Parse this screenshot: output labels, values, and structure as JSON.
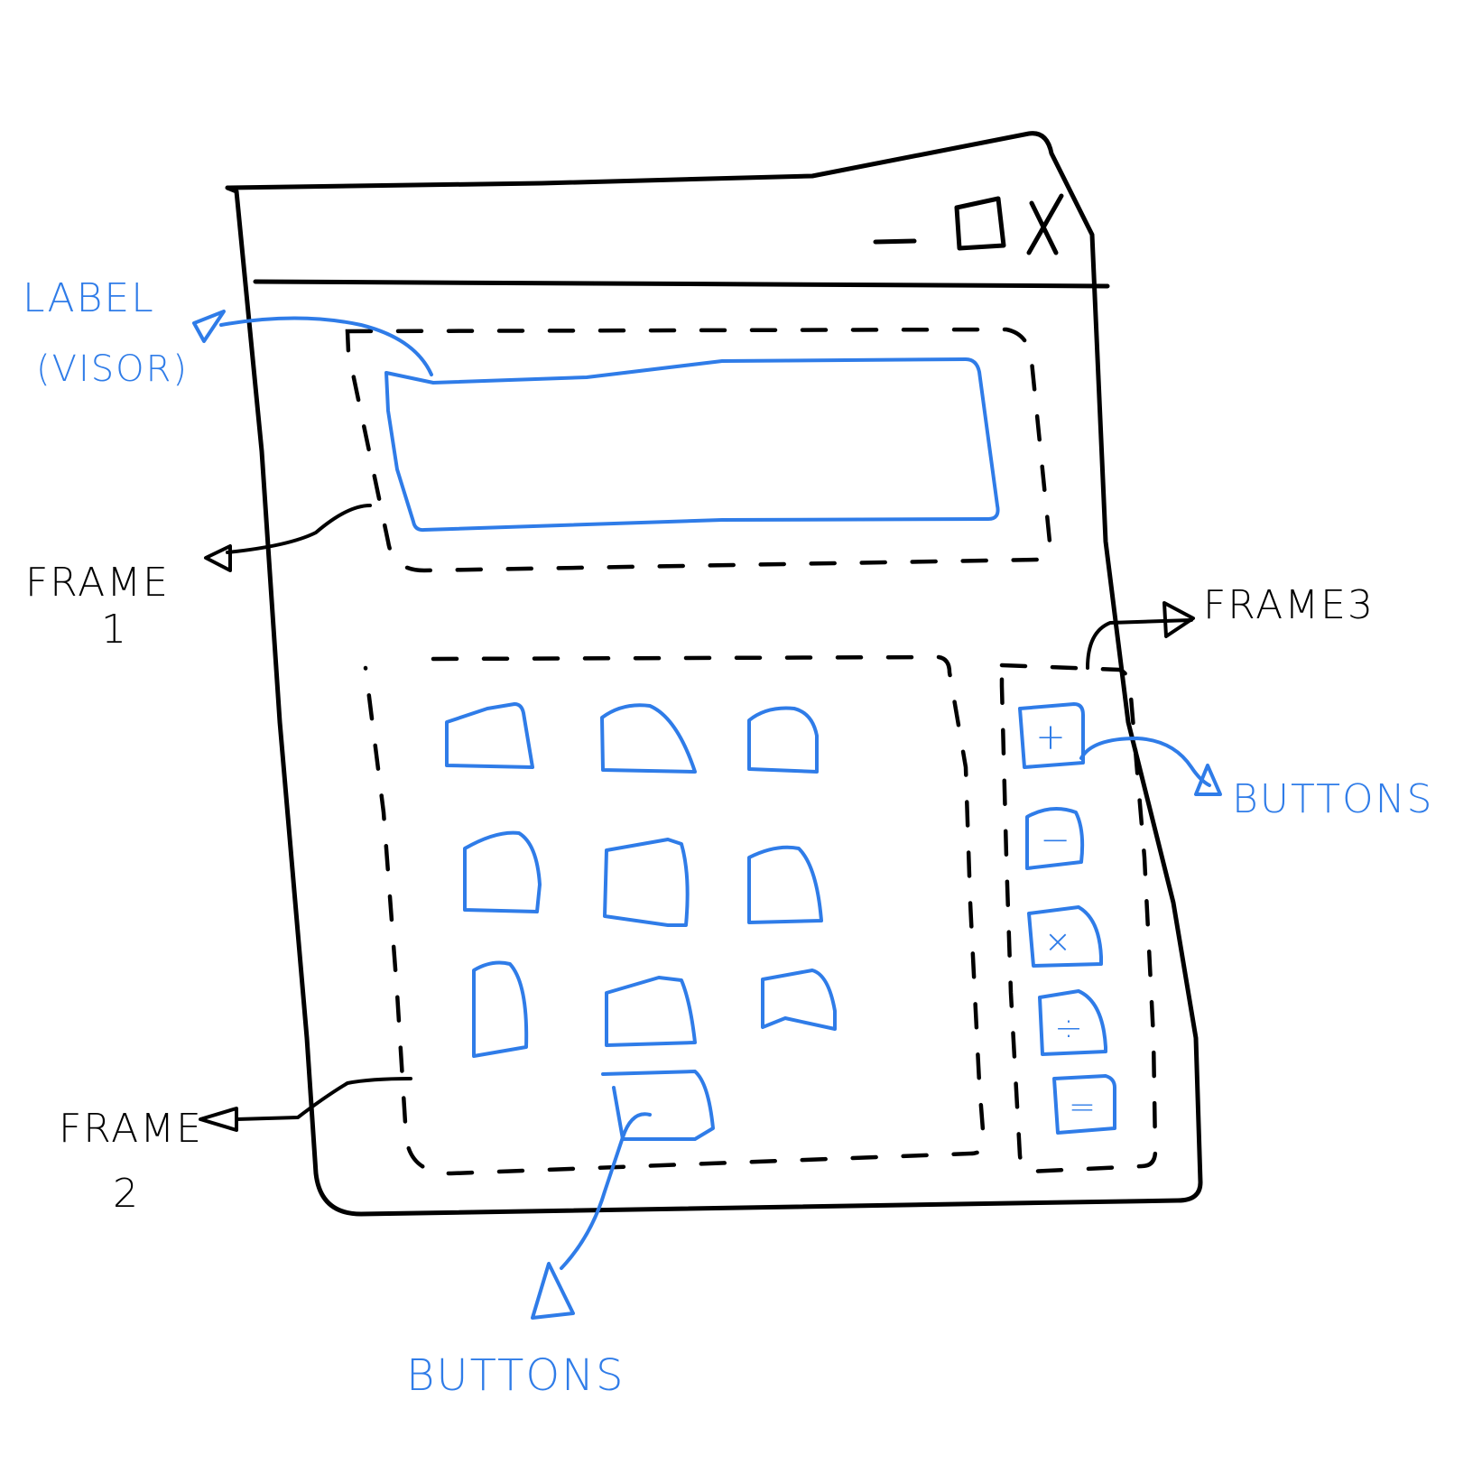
{
  "window": {
    "controls": {
      "minimize": "–",
      "maximize": "☐",
      "close": "X"
    }
  },
  "annotations": {
    "label_visor": {
      "line1": "LABEL",
      "line2": "(VISOR)"
    },
    "frame1": {
      "line1": "FRAME",
      "line2": "1"
    },
    "frame2": {
      "line1": "FRAME",
      "line2": "2"
    },
    "frame3": {
      "text": "FRAME3"
    },
    "buttons_right": {
      "text": "BUTTONS"
    },
    "buttons_bottom": {
      "text": "BUTTONS"
    }
  },
  "operator_buttons": [
    "+",
    "−",
    "×",
    "÷",
    "="
  ],
  "colors": {
    "ink": "#000000",
    "annotation": "#2f7ce8",
    "background": "#ffffff"
  }
}
